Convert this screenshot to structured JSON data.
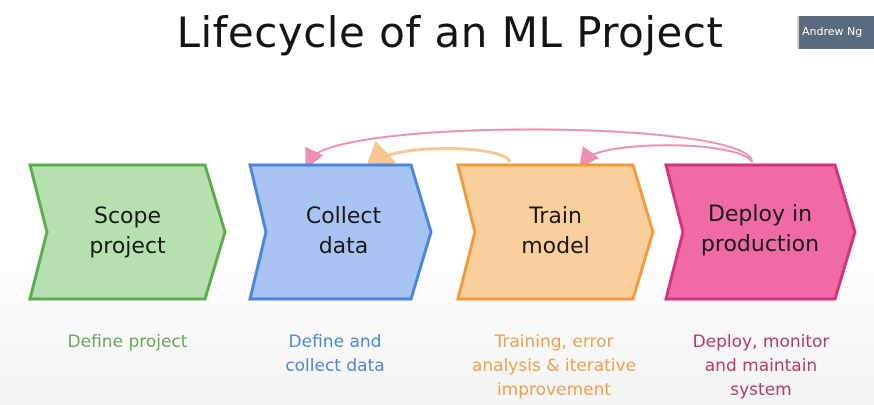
{
  "title": "Lifecycle of an ML Project",
  "presenter_name": "Andrew Ng",
  "stages": [
    {
      "label_line1": "Scope",
      "label_line2": "project",
      "description": [
        "Define project"
      ],
      "fill": "#b7e0b0",
      "stroke": "#5cab4d",
      "desc_color": "#6fa15f"
    },
    {
      "label_line1": "Collect",
      "label_line2": "data",
      "description": [
        "Define and",
        "collect data"
      ],
      "fill": "#a9c3f2",
      "stroke": "#4a86e0",
      "desc_color": "#4f86d8"
    },
    {
      "label_line1": "Train",
      "label_line2": "model",
      "description": [
        "Training, error",
        "analysis & iterative",
        "improvement"
      ],
      "fill": "#fbcf9c",
      "stroke": "#f29a3a",
      "desc_color": "#eca04a"
    },
    {
      "label_line1": "Deploy in",
      "label_line2": "production",
      "description": [
        "Deploy, monitor",
        "and maintain",
        "system"
      ],
      "fill": "#f06aa6",
      "stroke": "#d3337e",
      "desc_color": "#b53a66"
    }
  ],
  "feedback_arrows": [
    {
      "from": "Train model",
      "to": "Collect data",
      "color": "#f6c694"
    },
    {
      "from": "Deploy in production",
      "to": "Collect data",
      "color": "#ee8fb6"
    },
    {
      "from": "Deploy in production",
      "to": "Train model",
      "color": "#ee8fb6"
    }
  ]
}
